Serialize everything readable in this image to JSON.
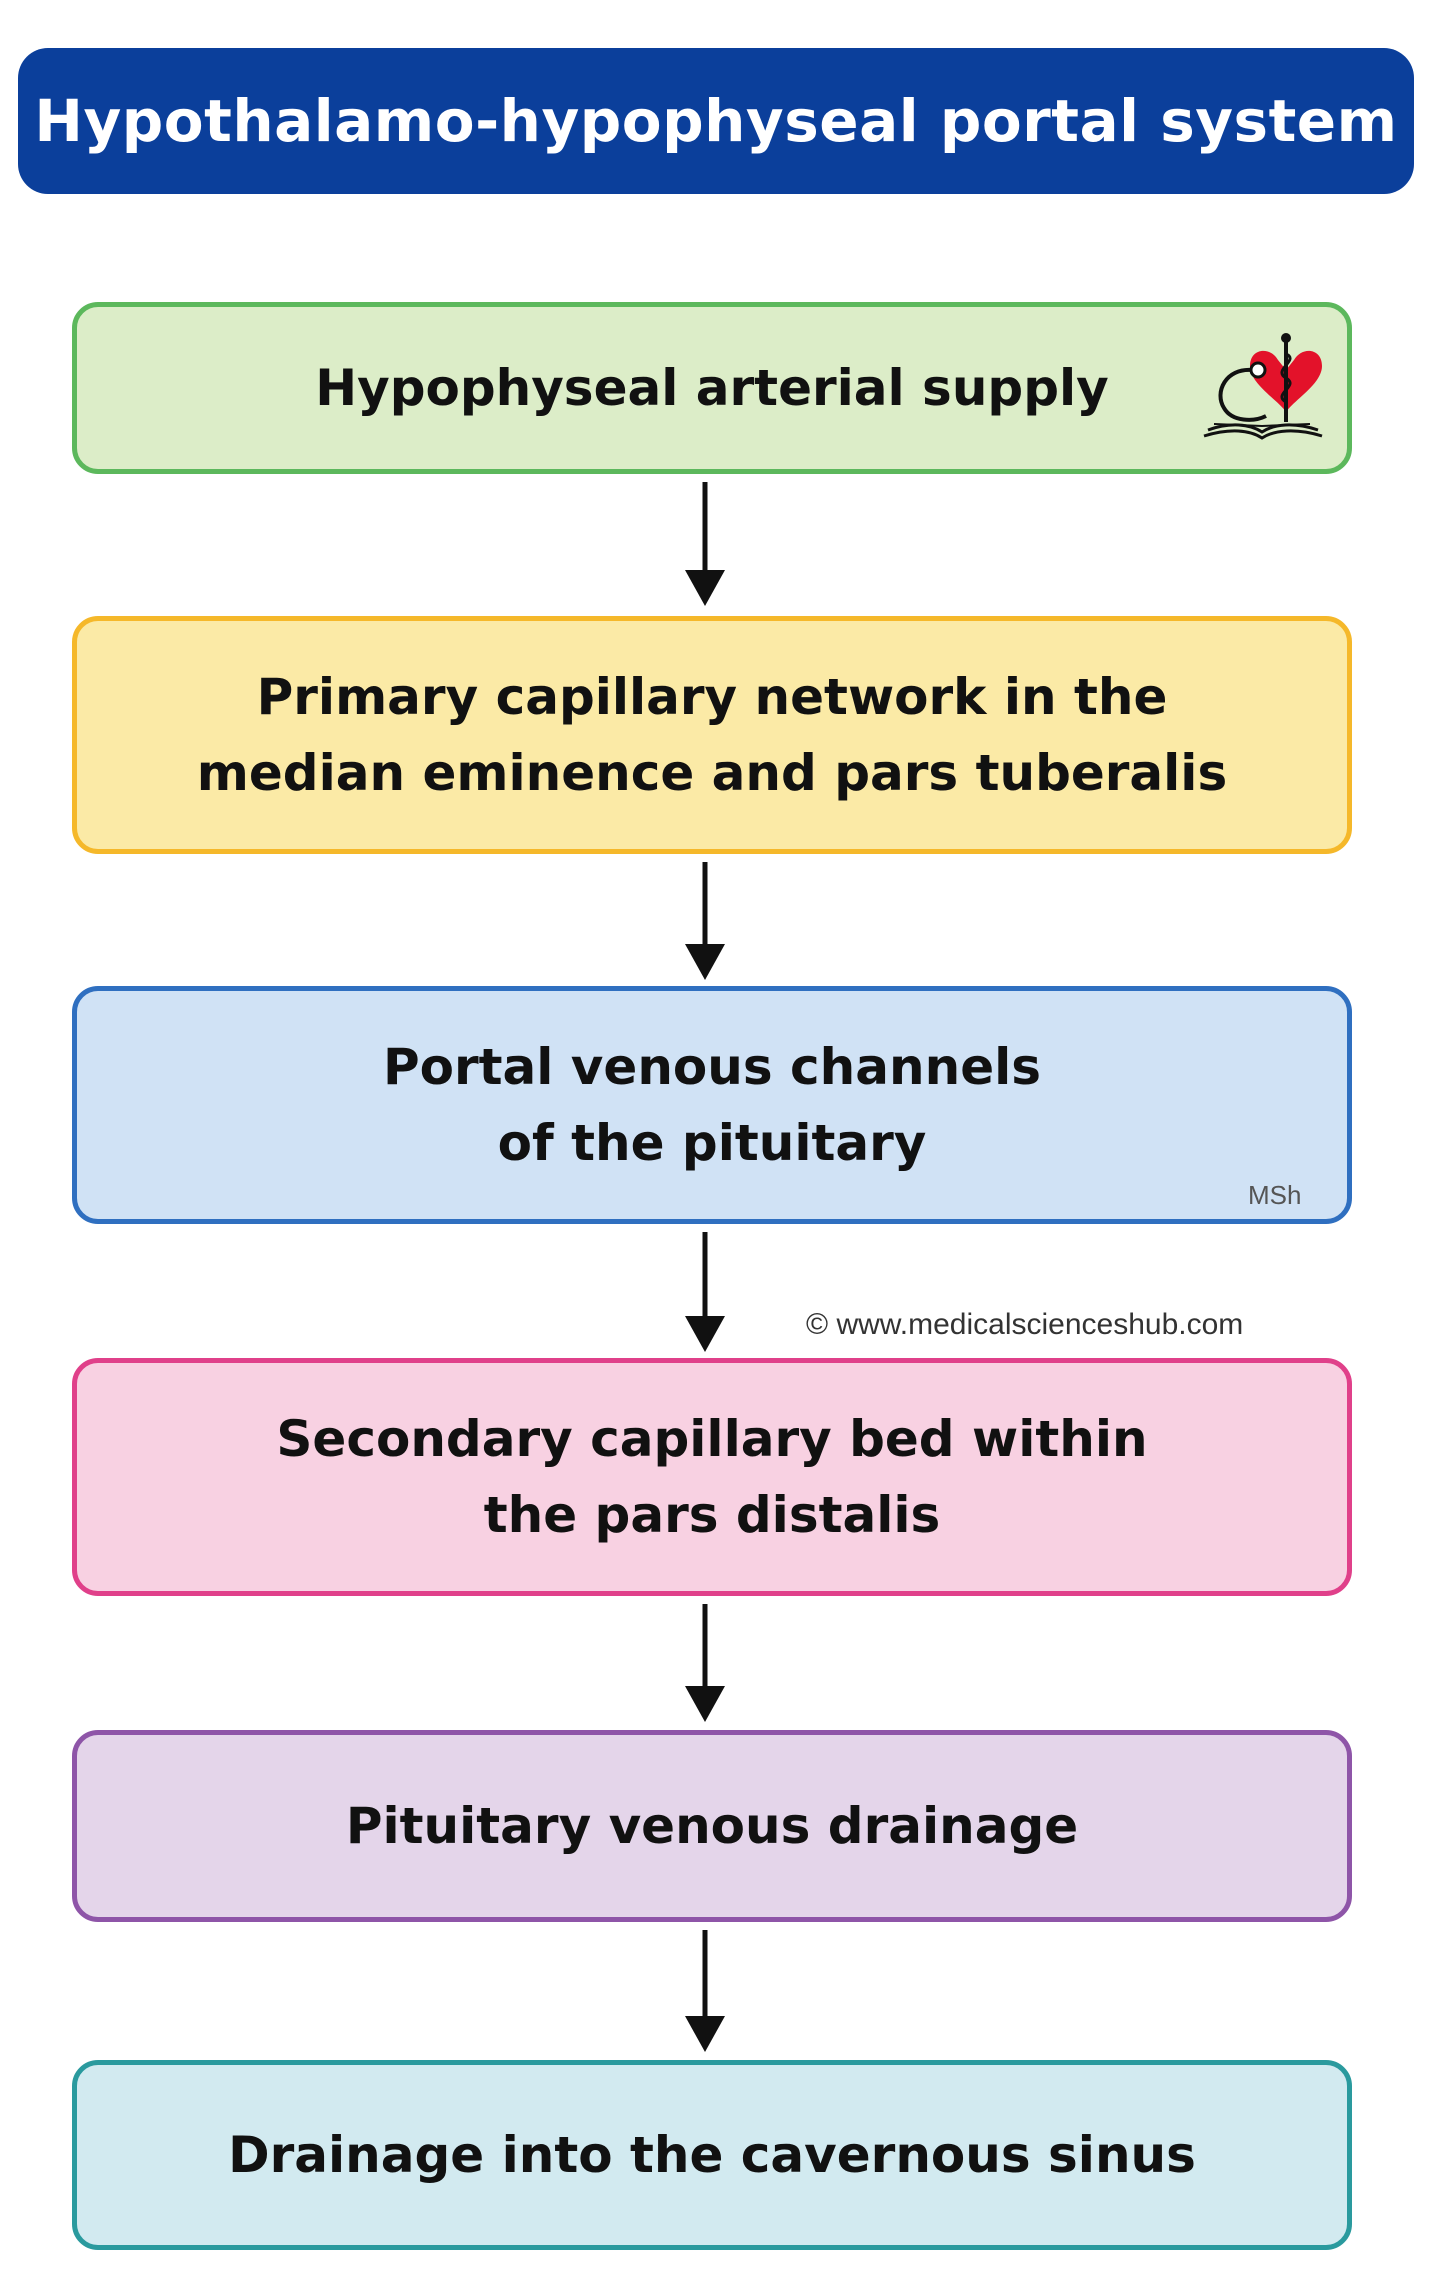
{
  "title": "Hypothalamo-hypophyseal portal system",
  "steps": [
    {
      "lines": [
        "Hypophyseal arterial supply"
      ],
      "fill": "#dcedc8",
      "border": "#5cb85c"
    },
    {
      "lines": [
        "Primary capillary network in the",
        "median eminence and pars tuberalis"
      ],
      "fill": "#fbeaa6",
      "border": "#f5b82a"
    },
    {
      "lines": [
        "Portal venous channels",
        "of the pituitary"
      ],
      "fill": "#d0e2f5",
      "border": "#2f6fc0"
    },
    {
      "lines": [
        "Secondary capillary bed within",
        "the pars distalis"
      ],
      "fill": "#f8d1e2",
      "border": "#e0408a"
    },
    {
      "lines": [
        "Pituitary venous drainage"
      ],
      "fill": "#e4d5ea",
      "border": "#8e55a8"
    },
    {
      "lines": [
        "Drainage into the cavernous sinus"
      ],
      "fill": "#d2eaf0",
      "border": "#2a9a9e"
    }
  ],
  "watermark": "MSh",
  "copyright": "© www.medicalscienceshub.com",
  "logo_icon": "stethoscope-heart-book-icon"
}
